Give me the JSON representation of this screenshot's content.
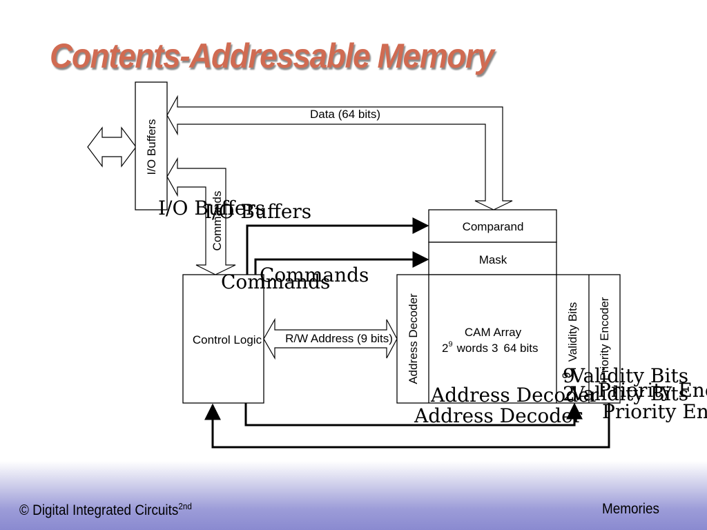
{
  "slide": {
    "title": "Contents-Addressable Memory",
    "footer_left": "© Digital Integrated Circuits",
    "footer_left_sup": "2nd",
    "footer_right": "Memories"
  },
  "diagram": {
    "io_buffers": "I/O Buffers",
    "data_bus": "Data (64 bits)",
    "commands_bus": "Commands",
    "comparand": "Comparand",
    "mask": "Mask",
    "control_logic": "Control Logic",
    "rw_address": "R/W Address (9 bits)",
    "address_decoder": "Address Decoder",
    "cam_array": "CAM Array",
    "cam_words_base": "2",
    "cam_words_exp": "9",
    "cam_words_rest": "words",
    "cam_times": "3",
    "cam_bits": "64 bits",
    "validity_bits": "Validity Bits",
    "validity_sup": "9",
    "priority_encoder": "Priority Encoder"
  },
  "overlay": {
    "io_buffers_1": "I/O Buffers",
    "io_buffers_2": "I/O Buffers",
    "commands_1": "Commands",
    "commands_2": "Commands",
    "validity_1": "Validity Bits",
    "validity_1_pre": "9",
    "validity_2": "Validity Bits",
    "validity_2_pre": "2",
    "priority_1": "Priority Enc",
    "priority_2": "Priority Enc",
    "address_decoder_1": "Address Decoder",
    "address_decoder_2": "Address Decoder"
  }
}
